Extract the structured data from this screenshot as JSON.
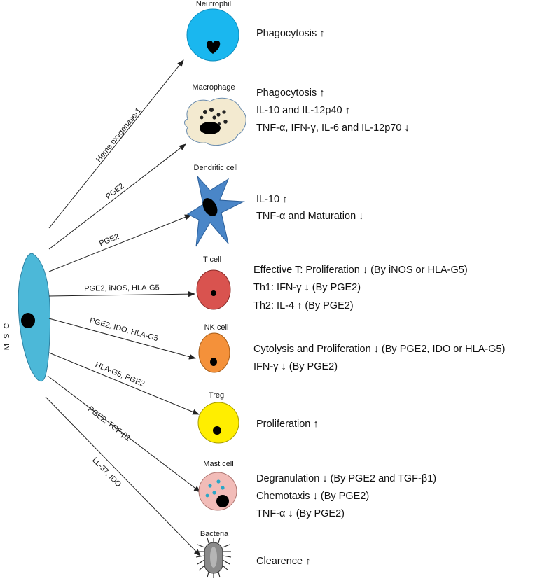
{
  "source": {
    "label": "M S C",
    "color": "#4cb8d8"
  },
  "edges": [
    {
      "label": "Heme oxygenase-1"
    },
    {
      "label": "PGE2"
    },
    {
      "label": "PGE2"
    },
    {
      "label": "PGE2, iNOS, HLA-G5"
    },
    {
      "label": "PGE2, IDO, HLA-G5"
    },
    {
      "label": "HLA-G5, PGE2"
    },
    {
      "label": "PGE2, TGF-β1"
    },
    {
      "label": "LL-37, IDO"
    }
  ],
  "cells": [
    {
      "name": "Neutrophil",
      "color": "#1ab7ef",
      "effects": [
        "Phagocytosis ↑"
      ]
    },
    {
      "name": "Macrophage",
      "color": "#f3ead0",
      "effects": [
        "Phagocytosis ↑",
        "IL-10 and IL-12p40 ↑",
        "TNF-α, IFN-γ, IL-6 and IL-12p70 ↓"
      ]
    },
    {
      "name": "Dendritic cell",
      "color": "#4a86c8",
      "effects": [
        "IL-10 ↑",
        "TNF-α and Maturation ↓"
      ]
    },
    {
      "name": "T cell",
      "color": "#d9534f",
      "effects": [
        "Effective T:  Proliferation ↓ (By iNOS or HLA-G5)",
        "Th1:  IFN-γ ↓ (By PGE2)",
        "Th2:  IL-4 ↑ (By PGE2)"
      ]
    },
    {
      "name": "NK cell",
      "color": "#f4913a",
      "effects": [
        "Cytolysis and Proliferation ↓  (By PGE2, IDO or HLA-G5)",
        "IFN-γ ↓ (By PGE2)"
      ]
    },
    {
      "name": "Treg",
      "color": "#ffee00",
      "effects": [
        "Proliferation ↑"
      ]
    },
    {
      "name": "Mast cell",
      "color": "#f2bcb8",
      "effects": [
        "Degranulation ↓ (By PGE2 and TGF-β1)",
        "Chemotaxis ↓ (By PGE2)",
        "TNF-α ↓ (By PGE2)"
      ]
    },
    {
      "name": "Bacteria",
      "color": "#8a8a8a",
      "effects": [
        "Clearence ↑"
      ]
    }
  ]
}
